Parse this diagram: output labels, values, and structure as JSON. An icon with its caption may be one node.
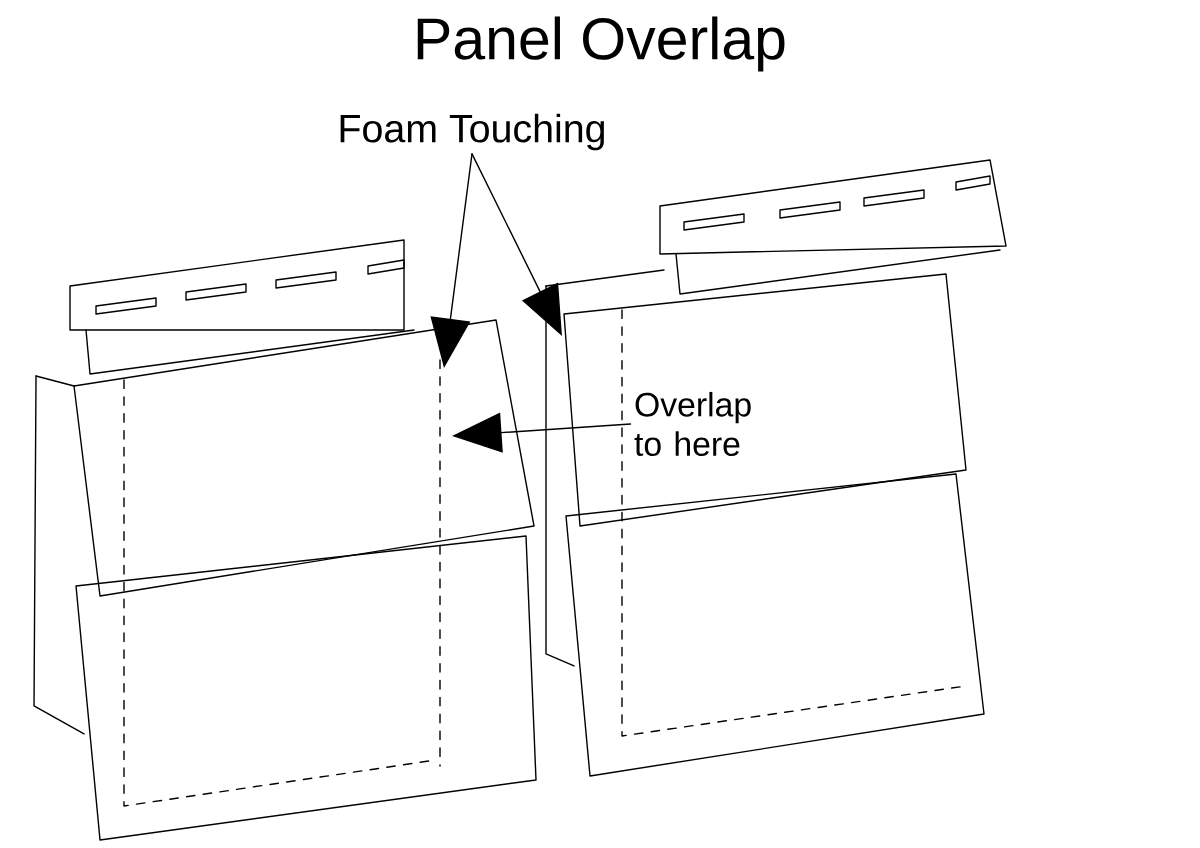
{
  "diagram": {
    "title": "Panel Overlap",
    "nodes": [
      {
        "text": [
          "Foam Touching"
        ]
      },
      {
        "text": [
          "Overlap to here"
        ]
      }
    ],
    "edges": [
      {
        "from": 0,
        "to": null,
        "arrow": "to"
      },
      {
        "from": 0,
        "to": null,
        "arrow": "to"
      },
      {
        "from": 1,
        "to": null,
        "arrow": "to"
      }
    ]
  }
}
